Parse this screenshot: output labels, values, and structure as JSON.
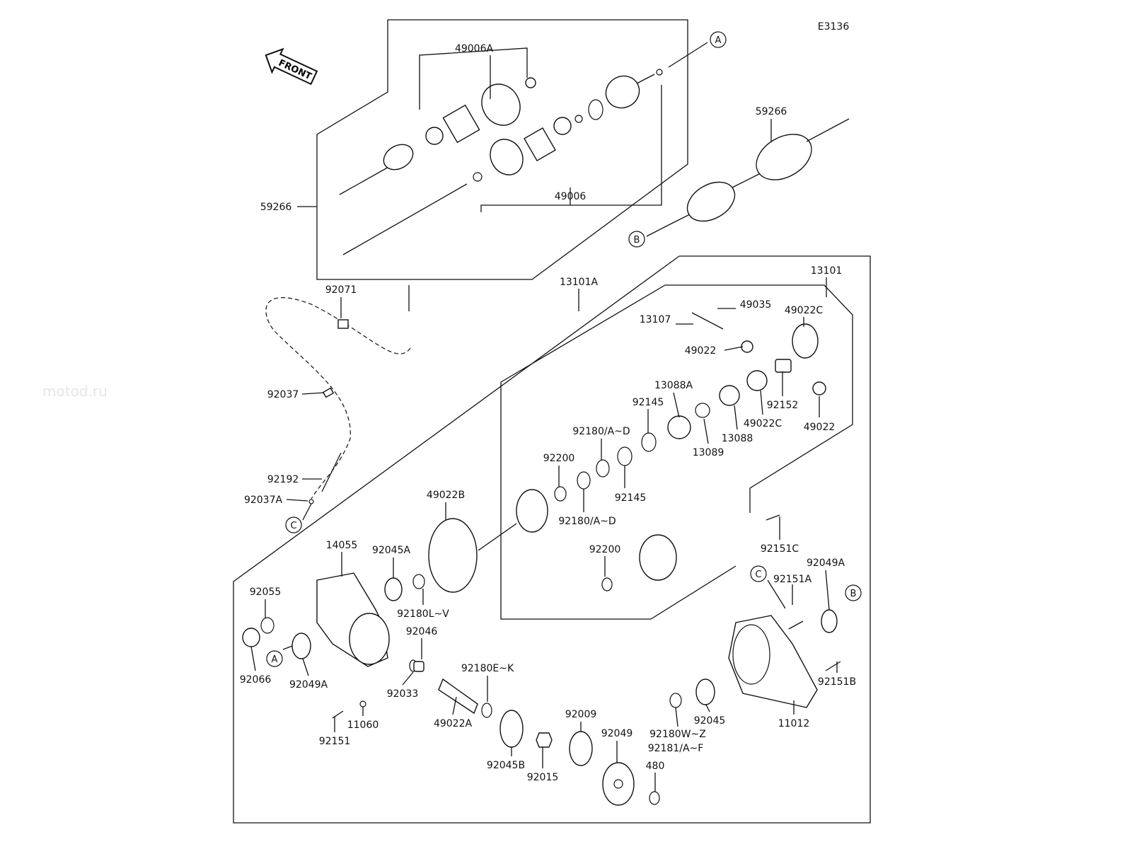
{
  "diagram_code": "E3136",
  "front_arrow": "FRONT",
  "watermark": "motod.ru",
  "refs": {
    "a": "A",
    "b": "B",
    "c": "C"
  },
  "labels": [
    "49006A",
    "59266",
    "49006",
    "59266",
    "92071",
    "13101A",
    "13101",
    "49035",
    "13107",
    "49022C",
    "49022",
    "13088A",
    "92145",
    "92152",
    "49022C",
    "49022",
    "13088",
    "13089",
    "92180/A~D",
    "92200",
    "92145",
    "92180/A~D",
    "49022B",
    "92037",
    "92192",
    "92037A",
    "14055",
    "92045A",
    "92055",
    "92180L~V",
    "92046",
    "92180E~K",
    "92200",
    "92151C",
    "92151A",
    "92049A",
    "92066",
    "92049A",
    "92033",
    "49022A",
    "11060",
    "92151",
    "92151B",
    "92045",
    "11012",
    "92009",
    "92049",
    "92180W~Z",
    "92181/A~F",
    "480",
    "92045B",
    "92015"
  ]
}
